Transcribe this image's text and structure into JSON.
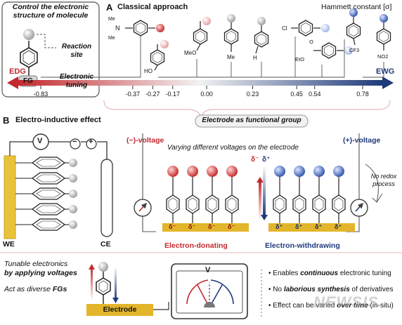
{
  "colors": {
    "edg": "#c3282d",
    "ewg": "#1f3a7a",
    "gold": "#e3b52a",
    "red_sphere": "#d33a3a",
    "blue_sphere": "#3e66c7"
  },
  "intro": {
    "title": "Control the electronic structure of molecule",
    "reaction_site": "Reaction site",
    "electronic_tuning": "Electronic tuning",
    "fg_label": "FG"
  },
  "panel_a": {
    "letter": "A",
    "title": "Classical approach",
    "hammett_label": "Hammett constant [σ]",
    "edg": "EDG",
    "ewg": "EWG",
    "values": [
      {
        "label": "-0.83",
        "sigma": -0.83
      },
      {
        "label": "-0.37",
        "sigma": -0.37
      },
      {
        "label": "-0.27",
        "sigma": -0.27
      },
      {
        "label": "-0.17",
        "sigma": -0.17
      },
      {
        "label": "0.00",
        "sigma": 0.0
      },
      {
        "label": "0.23",
        "sigma": 0.23
      },
      {
        "label": "0.45",
        "sigma": 0.45
      },
      {
        "label": "0.54",
        "sigma": 0.54
      },
      {
        "label": "0.78",
        "sigma": 0.78
      }
    ],
    "substituents": [
      "Me",
      "Me",
      "N",
      "HO",
      "MeO",
      "Me",
      "H",
      "Cl",
      "EtO",
      "O",
      "CF3",
      "NO2"
    ],
    "electrode_banner": "Electrode as functional group"
  },
  "panel_b": {
    "letter": "B",
    "title": "Electro-inductive effect",
    "we_label": "WE",
    "ce_label": "CE",
    "v_label": "V",
    "minus": "−",
    "plus": "+",
    "neg_voltage": "(−)-voltage",
    "pos_voltage": "(+)-voltage",
    "varying": "Varying different voltages on the electrode",
    "delta_minus": "δ⁻",
    "delta_plus": "δ⁺",
    "no_redox": "No redox process",
    "electron_donating": "Electron-donating",
    "electron_withdrawing": "Electron-withdrawing"
  },
  "bottom": {
    "tunable_1": "Tunable electronics",
    "tunable_2": "by applying voltages",
    "diverse_pre": "Act as diverse ",
    "diverse_fg": "FGs",
    "electrode": "Electrode",
    "meter_v": "V",
    "bullets": [
      {
        "pre": "Enables ",
        "em": "continuous",
        "post": " electronic tuning"
      },
      {
        "pre": "No ",
        "em": "laborious synthesis",
        "post": " of derivatives"
      },
      {
        "pre": "Effect can be varied ",
        "em": "over time",
        "post": " (in-situ)"
      }
    ]
  },
  "watermark": "NEWSIS"
}
